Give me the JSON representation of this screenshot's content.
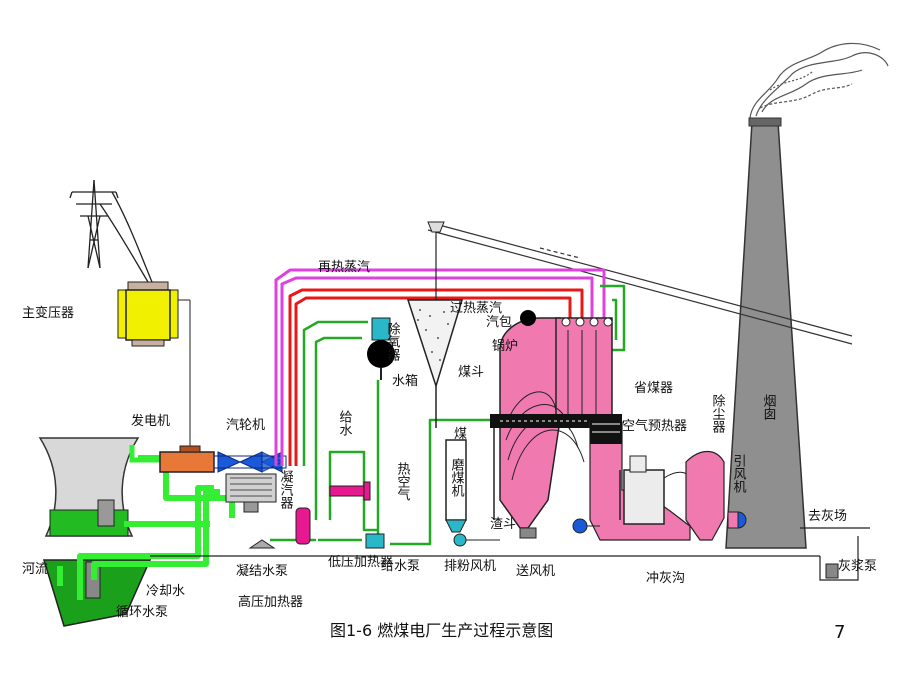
{
  "labels": {
    "main_transformer": "主变压器",
    "reheat_steam": "再热蒸汽",
    "generator": "发电机",
    "turbine": "汽轮机",
    "deaerator": "除氧器",
    "water_tank": "水箱",
    "coal_hopper": "煤斗",
    "superheated_steam": "过热蒸汽",
    "drum": "汽包",
    "boiler": "锅炉",
    "economizer": "省煤器",
    "feedwater": "给水",
    "air_preheater": "空气预热器",
    "dust_collector": "除尘器",
    "chimney": "烟囱",
    "coal": "煤",
    "mill": "磨煤机",
    "hot_air": "热空气",
    "induced_fan": "引风机",
    "condenser": "凝汽器",
    "slag_hopper": "渣斗",
    "to_ash_yard": "去灰场",
    "river": "河流",
    "condensate_pump": "凝结水泵",
    "lp_heater": "低压加热器",
    "feed_pump": "给水泵",
    "powder_fan": "排粉风机",
    "forced_fan": "送风机",
    "ash_slurry_pump": "灰浆泵",
    "cooling_water": "冷却水",
    "ash_trench": "冲灰沟",
    "circulating_pump": "循环水泵",
    "hp_heater": "高压加热器"
  },
  "caption": "图1-6  燃煤电厂生产过程示意图",
  "page_number": "7",
  "colors": {
    "steam_magenta": "#e040e0",
    "steam_red": "#e81818",
    "water_green": "#22aa22",
    "cooling_green": "#33ee33",
    "boiler_pink": "#f07ab0",
    "transformer_yellow": "#f0f000",
    "turbine_blue": "#1a5ad8",
    "pump_cyan": "#2ab8c8",
    "heater_magenta": "#e81890",
    "generator_orange": "#e87838"
  }
}
